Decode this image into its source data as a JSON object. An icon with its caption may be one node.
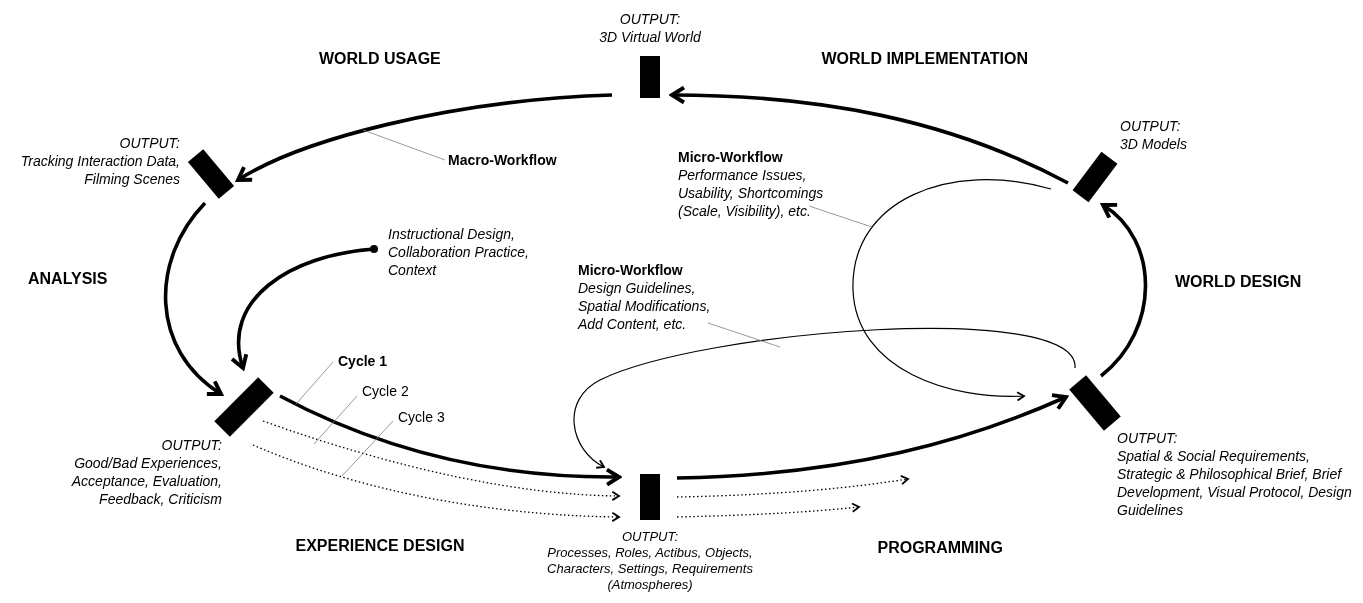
{
  "diagram": {
    "nodes": [
      {
        "text": [],
        "shape": "bar",
        "beside": [
          "OUTPUT:",
          "3D Virtual World"
        ]
      },
      {
        "text": [],
        "shape": "bar",
        "beside": [
          "OUTPUT:",
          "Tracking Interaction Data, Filming Scenes"
        ]
      },
      {
        "text": [
          "Macro-Workflow"
        ]
      },
      {
        "text": [],
        "shape": "bar",
        "beside": [
          "OUTPUT:",
          "3D Models"
        ]
      },
      {
        "text": [
          "Micro-Workflow",
          "Performance Issues, Usability, Shortcomings (Scale, Visibility), etc."
        ]
      },
      {
        "text": [
          "Instructional Design, Collaboration Practice, Context"
        ]
      },
      {
        "text": [
          "Micro-Workflow",
          "Design Guidelines, Spatial Modifications, Add Content, etc."
        ]
      },
      {
        "text": [
          "Cycle 1"
        ]
      },
      {
        "text": [
          "Cycle 2"
        ]
      },
      {
        "text": [
          "Cycle 3"
        ]
      },
      {
        "text": [],
        "shape": "bar",
        "beside": [
          "OUTPUT:",
          "Good/Bad Experiences, Acceptance, Evaluation, Feedback, Criticism"
        ]
      },
      {
        "text": [],
        "shape": "bar",
        "beside": [
          "OUTPUT:",
          "Spatial & Social Requirements, Strategic & Philosophical Brief, Brief Development, Visual Protocol, Design Guidelines"
        ]
      },
      {
        "text": [],
        "shape": "bar",
        "beside": [
          "OUTPUT:",
          "Processes, Roles, Actibus, Objects, Characters, Settings, Requirements (Atmospheres)"
        ]
      }
    ],
    "edges": [
      {
        "from": 0,
        "to": 1,
        "arrow": "to",
        "style": "thick"
      },
      {
        "from": 1,
        "to": 10,
        "arrow": "to",
        "style": "thick"
      },
      {
        "from": 10,
        "to": 12,
        "arrow": "to",
        "style": "thick"
      },
      {
        "from": 12,
        "to": 11,
        "arrow": "to",
        "style": "thick"
      },
      {
        "from": 11,
        "to": 3,
        "arrow": "to",
        "style": "thick"
      },
      {
        "from": 3,
        "to": 0,
        "arrow": "to",
        "style": "thick"
      },
      {
        "from": 5,
        "to": 10,
        "arrow": "to",
        "style": "thick"
      },
      {
        "from": 11,
        "to": 12,
        "arrow": "to"
      },
      {
        "from": 3,
        "to": 11,
        "arrow": "to"
      },
      {
        "from": 10,
        "to": 12,
        "arrow": "to",
        "style": "dashed"
      },
      {
        "from": 10,
        "to": 12,
        "arrow": "to",
        "style": "dashed"
      },
      {
        "from": 12,
        "to": null,
        "arrow": "to",
        "style": "dashed"
      },
      {
        "from": 12,
        "to": null,
        "arrow": "to",
        "style": "dashed"
      },
      {
        "from": 2,
        "to": null,
        "arrow": "none",
        "color": "#808080"
      },
      {
        "from": 4,
        "to": null,
        "arrow": "none",
        "color": "#808080"
      },
      {
        "from": 6,
        "to": null,
        "arrow": "none",
        "color": "#808080"
      },
      {
        "from": 7,
        "to": null,
        "arrow": "none",
        "color": "#808080"
      },
      {
        "from": 8,
        "to": null,
        "arrow": "none",
        "color": "#808080"
      },
      {
        "from": 9,
        "to": null,
        "arrow": "none",
        "color": "#808080"
      }
    ],
    "labels": [
      "WORLD USAGE",
      "WORLD IMPLEMENTATION",
      "ANALYSIS",
      "WORLD DESIGN",
      "EXPERIENCE DESIGN",
      "PROGRAMMING"
    ]
  }
}
